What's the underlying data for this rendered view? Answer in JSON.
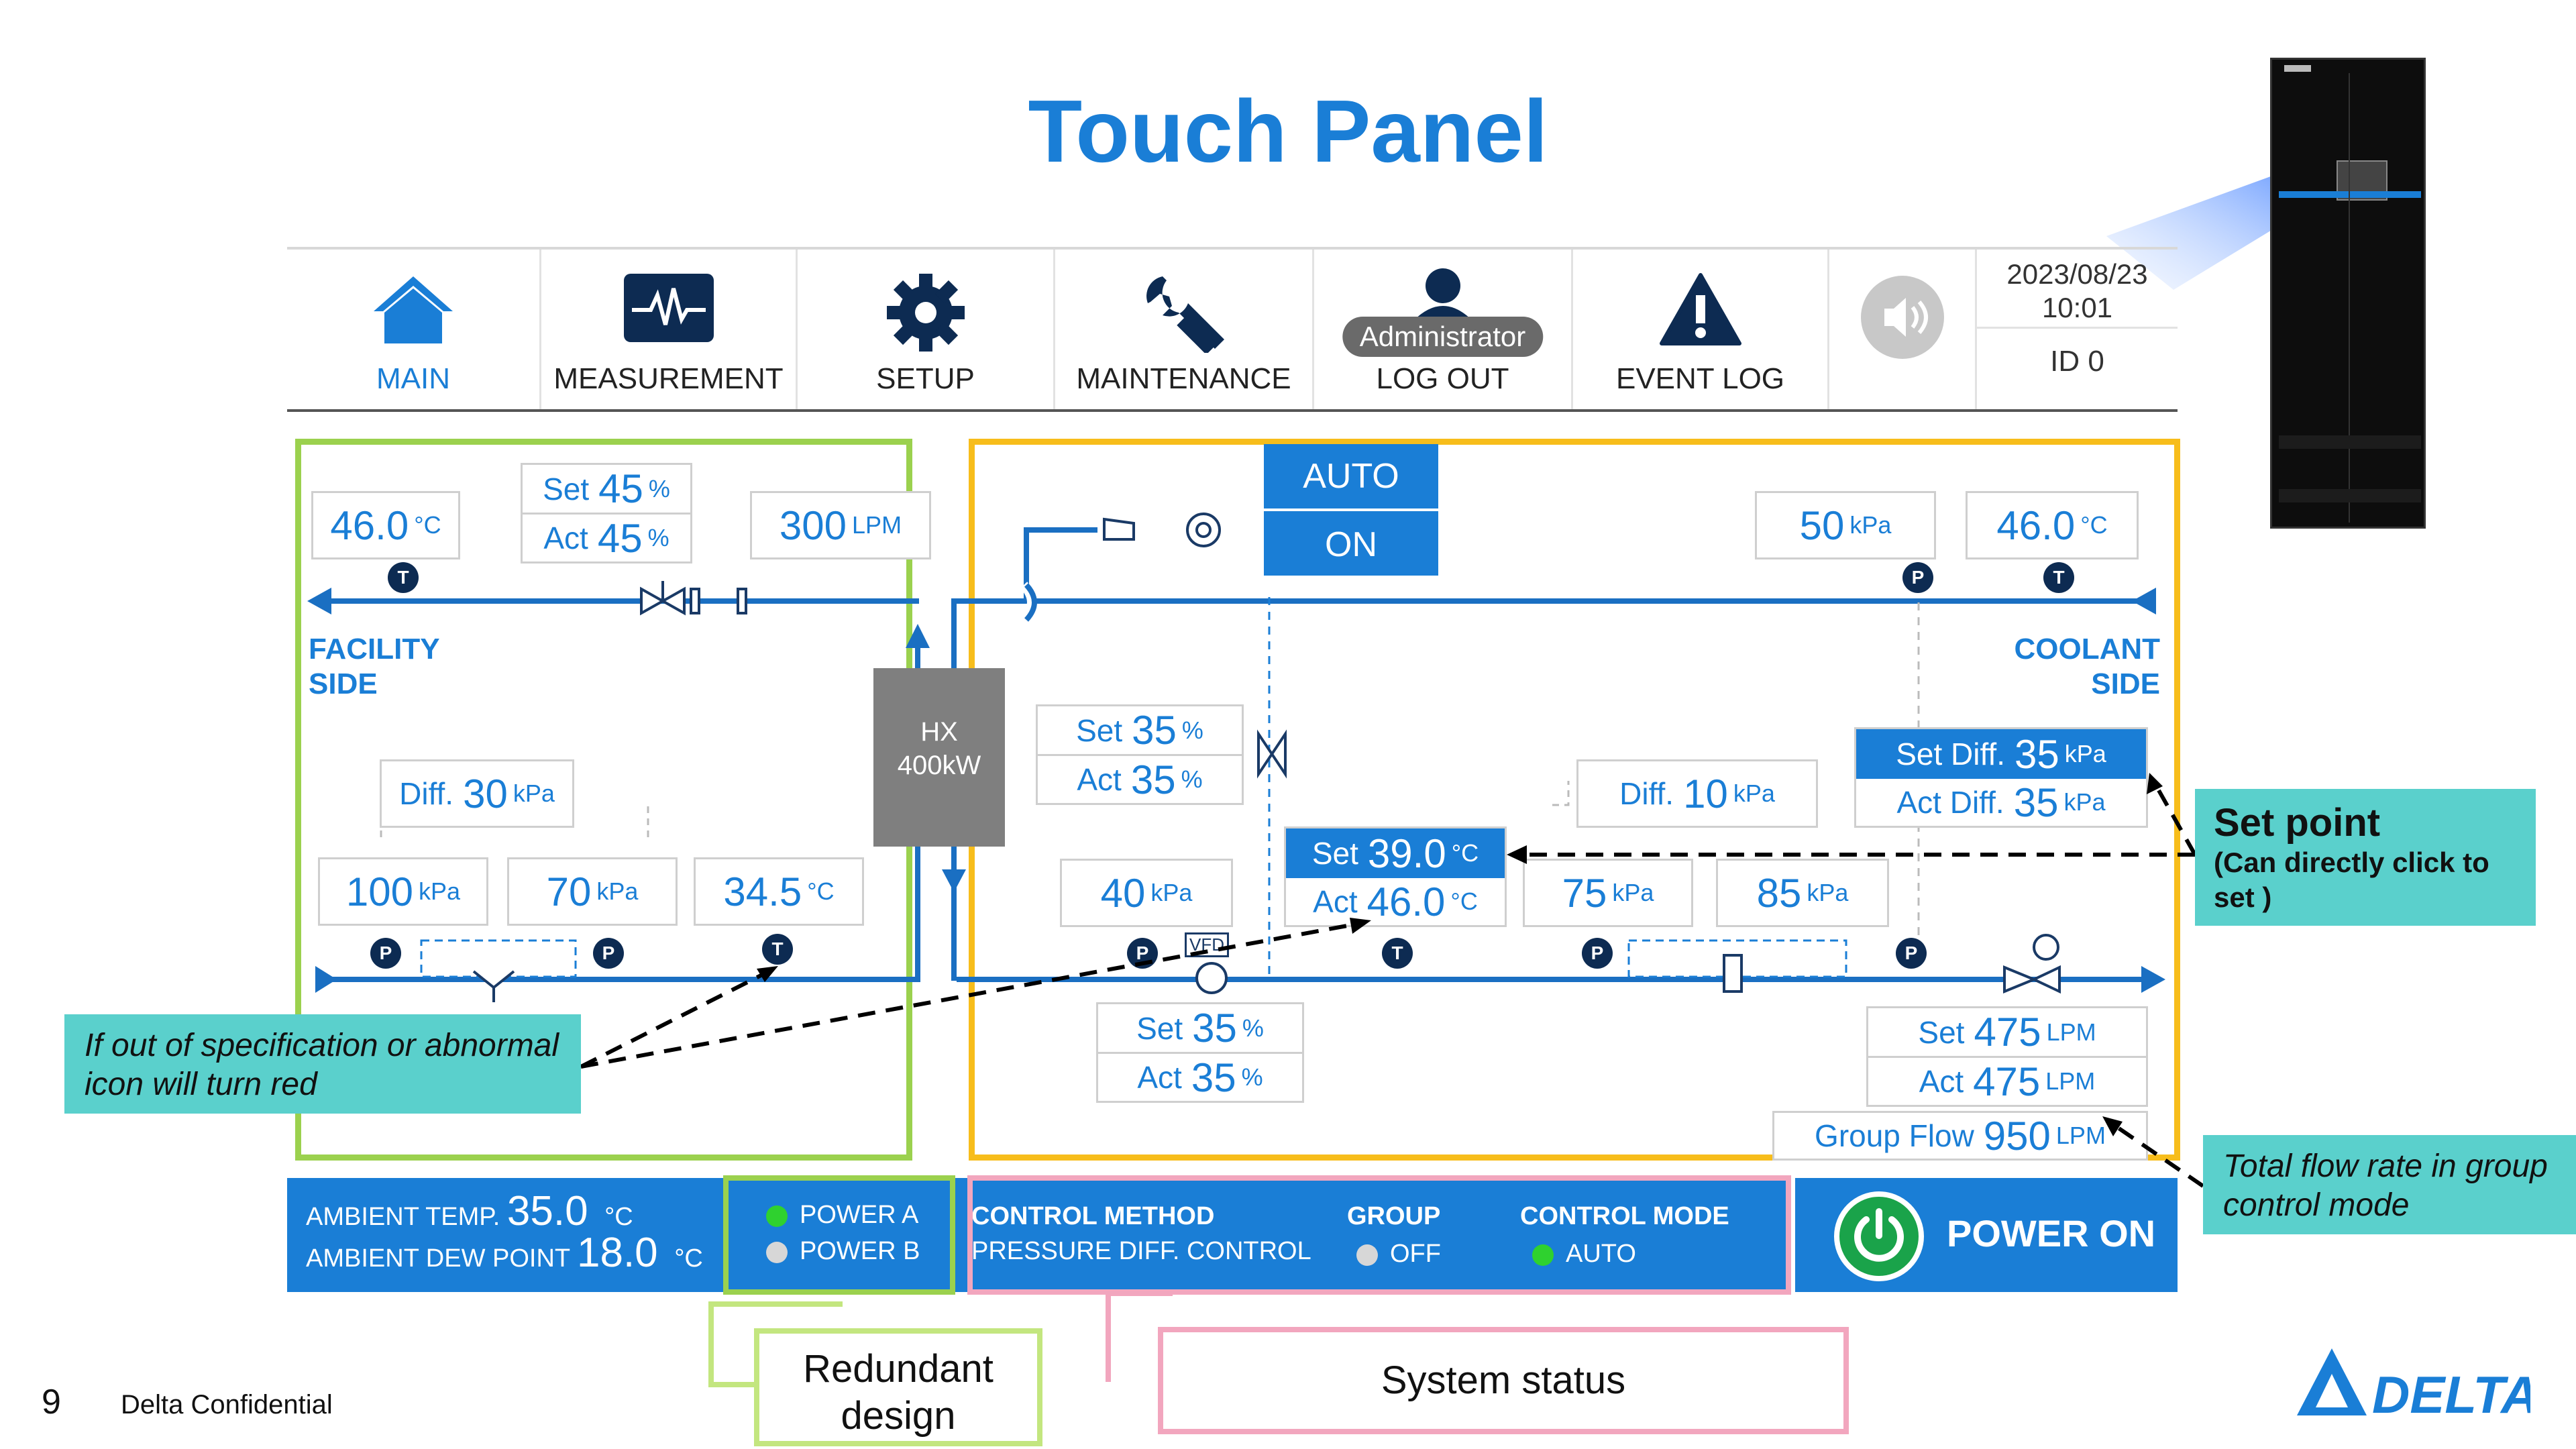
{
  "title": "Touch Panel",
  "nav": {
    "items": [
      {
        "label": "MAIN",
        "icon": "home-icon"
      },
      {
        "label": "MEASUREMENT",
        "icon": "waveform-monitor-icon"
      },
      {
        "label": "SETUP",
        "icon": "gear-icon"
      },
      {
        "label": "MAINTENANCE",
        "icon": "wrench-icon"
      },
      {
        "label": "LOG OUT",
        "icon": "user-icon",
        "badge": "Administrator"
      },
      {
        "label": "EVENT LOG",
        "icon": "warning-icon"
      },
      {
        "label": "",
        "icon": "speaker-icon"
      }
    ],
    "date": "2023/08/23",
    "time": "10:01",
    "id": "ID 0"
  },
  "facility": {
    "label_line1": "FACILITY",
    "label_line2": "SIDE",
    "supply_temp": {
      "value": "46.0",
      "unit": "°C"
    },
    "valve_set": {
      "pre": "Set",
      "value": "45",
      "unit": "%"
    },
    "valve_act": {
      "pre": "Act",
      "value": "45",
      "unit": "%"
    },
    "flow": {
      "value": "300",
      "unit": "LPM"
    },
    "diff": {
      "pre": "Diff.",
      "value": "30",
      "unit": "kPa"
    },
    "inlet_pressure": {
      "value": "100",
      "unit": "kPa"
    },
    "outlet_pressure": {
      "value": "70",
      "unit": "kPa"
    },
    "return_temp": {
      "value": "34.5",
      "unit": "°C"
    }
  },
  "hx": {
    "line1": "HX",
    "line2": "400kW"
  },
  "coolant": {
    "label_line1": "COOLANT",
    "label_line2": "SIDE",
    "mode_auto": "AUTO",
    "mode_on": "ON",
    "pressure": {
      "value": "50",
      "unit": "kPa"
    },
    "temp": {
      "value": "46.0",
      "unit": "°C"
    },
    "bypass_set": {
      "pre": "Set",
      "value": "35",
      "unit": "%"
    },
    "bypass_act": {
      "pre": "Act",
      "value": "35",
      "unit": "%"
    },
    "diff_coolant": {
      "pre": "Diff.",
      "value": "10",
      "unit": "kPa"
    },
    "set_diff": {
      "pre": "Set Diff.",
      "value": "35",
      "unit": "kPa"
    },
    "act_diff": {
      "pre": "Act Diff.",
      "value": "35",
      "unit": "kPa"
    },
    "pump_inlet": {
      "value": "40",
      "unit": "kPa"
    },
    "temp_set": {
      "pre": "Set",
      "value": "39.0",
      "unit": "°C"
    },
    "temp_act": {
      "pre": "Act",
      "value": "46.0",
      "unit": "°C"
    },
    "filter_in": {
      "value": "75",
      "unit": "kPa"
    },
    "filter_out": {
      "value": "85",
      "unit": "kPa"
    },
    "pump_set": {
      "pre": "Set",
      "value": "35",
      "unit": "%"
    },
    "pump_act": {
      "pre": "Act",
      "value": "35",
      "unit": "%"
    },
    "flow_set": {
      "pre": "Set",
      "value": "475",
      "unit": "LPM"
    },
    "flow_act": {
      "pre": "Act",
      "value": "475",
      "unit": "LPM"
    },
    "group_flow": {
      "pre": "Group Flow",
      "value": "950",
      "unit": "LPM"
    },
    "vfd_label": "VFD"
  },
  "sensor_labels": {
    "temp": "T",
    "pressure": "P"
  },
  "status_bar": {
    "ambient_temp_label": "AMBIENT TEMP.",
    "ambient_temp_value": "35.0",
    "ambient_temp_unit": "°C",
    "dew_point_label": "AMBIENT DEW POINT",
    "dew_point_value": "18.0",
    "dew_point_unit": "°C",
    "power_a": "POWER A",
    "power_b": "POWER B",
    "control_method_label": "CONTROL METHOD",
    "control_method_value": "PRESSURE DIFF. CONTROL",
    "group_label": "GROUP",
    "group_value": "OFF",
    "control_mode_label": "CONTROL MODE",
    "control_mode_value": "AUTO",
    "power_on": "POWER ON"
  },
  "callouts": {
    "abnormal_line1": "If out of specification or abnormal",
    "abnormal_line2": "icon will turn red",
    "setpoint_title": "Set point",
    "setpoint_line1": "(Can directly click to",
    "setpoint_line2": "set )",
    "flow_line1": "Total flow rate in group",
    "flow_line2": "control mode",
    "redundant_line1": "Redundant",
    "redundant_line2": "design",
    "system_status": "System status"
  },
  "footer": {
    "slide_number": "9",
    "confidential": "Delta Confidential",
    "logo": "DELTA"
  },
  "colors": {
    "accent": "#1a7ed6",
    "facility_box": "#9bd14e",
    "coolant_box": "#f7bd1b",
    "status_box": "#f2a6be",
    "callout": "#5ad0cc",
    "ok": "#2fd12f"
  }
}
